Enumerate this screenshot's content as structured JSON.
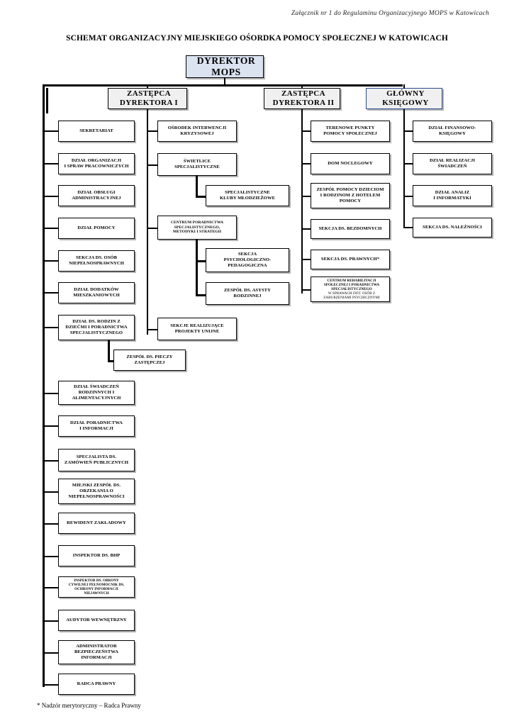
{
  "header": {
    "annex_note": "Załącznik nr 1 do Regulaminu Organizacyjnego MOPS w Katowicach",
    "title": "SCHEMAT ORGANIZACYJNY MIEJSKIEGO OŚORDKA POMOCY SPOŁECZNEJ W KATOWICACH"
  },
  "footnote": "* Nadzór merytoryczny – Radca Prawny",
  "colors": {
    "director_fill": "#dbe2f0",
    "deputy_fill": "#f0f0f0",
    "unit_fill": "#ffffff",
    "border": "#000000",
    "accountant_border": "#2a4a8f"
  },
  "chart_data": {
    "type": "diagram",
    "title": "SCHEMAT ORGANIZACYJNY MIEJSKIEGO OŚORDKA POMOCY SPOŁECZNEJ W KATOWICACH",
    "root": "DYREKTOR MOPS",
    "levels": [
      "director",
      "deputy",
      "unit",
      "subunit"
    ]
  },
  "nodes": {
    "director": {
      "line1": "DYREKTOR",
      "line2": "MOPS"
    },
    "deputy1": {
      "line1": "ZASTĘPCA",
      "line2": "DYREKTORA I"
    },
    "deputy2": {
      "line1": "ZASTĘPCA",
      "line2": "DYREKTORA II"
    },
    "chief_accountant": {
      "line1": "GŁÓWNY",
      "line2": "KSIĘGOWY"
    }
  },
  "column1": {
    "items": [
      {
        "text": "SEKRETARIAT"
      },
      {
        "text": "DZIAŁ ORGANIZACJI\nI SPRAW PRACOWNICZYCH"
      },
      {
        "text": "DZIAŁ OBSŁUGI\nADMINISTRACYJNEJ"
      },
      {
        "text": "DZIAŁ POMOCY"
      },
      {
        "text": "SEKCJA DS. OSÓB\nNIEPEŁNOSPRAWNYCH"
      },
      {
        "text": "DZIAŁ DODATKÓW\nMIESZKANIOWYCH"
      },
      {
        "text": "DZIAŁ DS. RODZIN Z\nDZIEĆMI I PORADNICTWA\nSPECJALISTYCZNEGO"
      },
      {
        "text": "DZIAŁ ŚWIADCZEŃ\nRODZINNYCH I\nALIMENTACYJNYCH"
      },
      {
        "text": "DZIAŁ PORADNICTWA\nI INFORMACJI"
      },
      {
        "text": "SPECJALISTA DS.\nZAMÓWIEŃ PUBLICZNYCH"
      },
      {
        "text": "MIEJSKI ZESPÓŁ DS.\nORZEKANIA O\nNIEPEŁNOSPRAWNOŚCI"
      },
      {
        "text": "REWIDENT ZAKŁADOWY"
      },
      {
        "text": "INSPEKTOR DS. BHP"
      },
      {
        "text": "INSPEKTOR DS. OBRONY\nCYWILNEJ PEŁNOMOCNIK DS.\nOCHRONY INFORMACJI\nNIEJAWNYCH"
      },
      {
        "text": "AUDYTOR WEWNĘTRZNY"
      },
      {
        "text": "ADMINISTRATOR\nBEZPIECZEŃSTWA\nINFORMACJI"
      },
      {
        "text": "RADCA PRAWNY"
      }
    ],
    "subitems": [
      {
        "text": "ZESPÓŁ DS. PIECZY\nZASTĘPCZEJ",
        "parent": "DZIAŁ DS. RODZIN Z DZIEĆMI I PORADNICTWA SPECJALISTYCZNEGO"
      }
    ]
  },
  "column2": {
    "items": [
      {
        "text": "OŚRODEK INTERWENCJI\nKRYZYSOWEJ"
      },
      {
        "text": "ŚWIETLICE\nSPECJALISTYCZNE"
      },
      {
        "text": "CENTRUM PORADNICTWA\nSPECJALISTYCZNEGO,\nMETODYKI I STRATEGII"
      },
      {
        "text": "SEKCJE REALIZUJĄCE\nPROJEKTY UNIJNE"
      }
    ],
    "subitems": [
      {
        "text": "SPECJALISTYCZNE\nKLUBY MŁODZIEŻOWE",
        "parent": "ŚWIETLICE SPECJALISTYCZNE"
      },
      {
        "text": "SEKCJA\nPSYCHOLOGICZNO-\nPEDAGOGICZNA",
        "parent": "CENTRUM PORADNICTWA SPECJALISTYCZNEGO, METODYKI I STRATEGII"
      },
      {
        "text": "ZESPÓŁ DS. ASYSTY\nRODZINNEJ",
        "parent": "CENTRUM PORADNICTWA SPECJALISTYCZNEGO, METODYKI I STRATEGII"
      }
    ]
  },
  "column3": {
    "items": [
      {
        "text": "TERENOWE PUNKTY\nPOMOCY SPOŁECZNEJ"
      },
      {
        "text": "DOM NOCLEGOWY"
      },
      {
        "text": "ZESPÓŁ POMOCY DZIECIOM\nI RODZINOM Z HOTELEM\nPOMOCY"
      },
      {
        "text": "SEKCJA DS. BEZDOMNYCH"
      },
      {
        "text": "SEKCJA DS. PRAWNYCH*"
      },
      {
        "text": "CENTRUM REHABILITACJI\nSPOŁECZNEJ I PORADNICTWA\nSPECJALISTYCZNEGO",
        "subtext": "W SPRAWACH DOT. OSÓB Z\nZABURZENIAMI PSYCHICZNYMI"
      }
    ]
  },
  "column4": {
    "items": [
      {
        "text": "DZIAŁ FINANSOWO-\nKSIĘGOWY"
      },
      {
        "text": "DZIAŁ REALIZACJI\nŚWIADCZEŃ"
      },
      {
        "text": "DZIAŁ ANALIZ\nI INFORMATYKI"
      },
      {
        "text": "SEKCJA DS. NALEŻNOŚCI"
      }
    ]
  }
}
